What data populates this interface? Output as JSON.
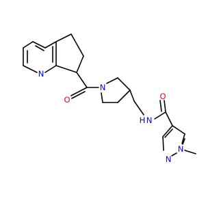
{
  "molecule": {
    "atom_labels": {
      "pyridine_n": "N",
      "carbonyl_o_1": "O",
      "piperidine_n": "N",
      "amide_nh": "N",
      "h_on_amide_n": "H",
      "carbonyl_o_2": "O",
      "pyrazole_n1": "N",
      "pyrazole_n2": "N"
    },
    "colors": {
      "carbon_bond": "#000000",
      "nitrogen": "#0000ff",
      "oxygen": "#ff0000"
    }
  }
}
